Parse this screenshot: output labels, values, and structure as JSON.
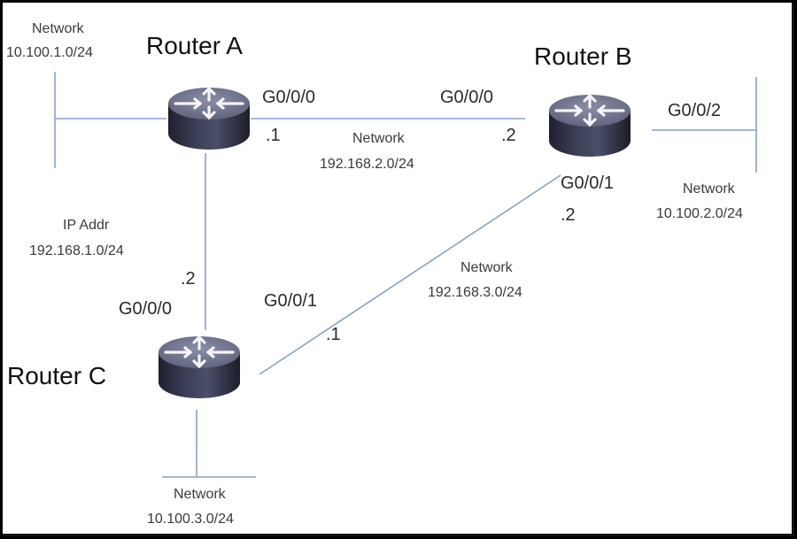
{
  "routers": [
    {
      "id": "A",
      "name": "Router A"
    },
    {
      "id": "B",
      "name": "Router B"
    },
    {
      "id": "C",
      "name": "Router C"
    }
  ],
  "networks": {
    "lanA": {
      "caption": "Network",
      "cidr": "10.100.1.0/24"
    },
    "lanB": {
      "caption": "Network",
      "cidr": "10.100.2.0/24"
    },
    "lanC": {
      "caption": "Network",
      "cidr": "10.100.3.0/24"
    },
    "ab": {
      "caption": "Network",
      "cidr": "192.168.2.0/24"
    },
    "ac": {
      "caption": "IP Addr",
      "cidr": "192.168.1.0/24"
    },
    "bc": {
      "caption": "Network",
      "cidr": "192.168.3.0/24"
    }
  },
  "interfaces": {
    "a_g000": {
      "name": "G0/0/0",
      "host": ".1"
    },
    "b_g000": {
      "name": "G0/0/0",
      "host": ".2"
    },
    "b_g002": {
      "name": "G0/0/2"
    },
    "b_g001": {
      "name": "G0/0/1",
      "host": ".2"
    },
    "c_g000": {
      "name": "G0/0/0",
      "host": ".2"
    },
    "c_g001": {
      "name": "G0/0/1",
      "host": ".1"
    }
  },
  "colors": {
    "link": "#8aa0c8",
    "router_top": "#6c7088",
    "router_side": "#2b2d3e"
  }
}
